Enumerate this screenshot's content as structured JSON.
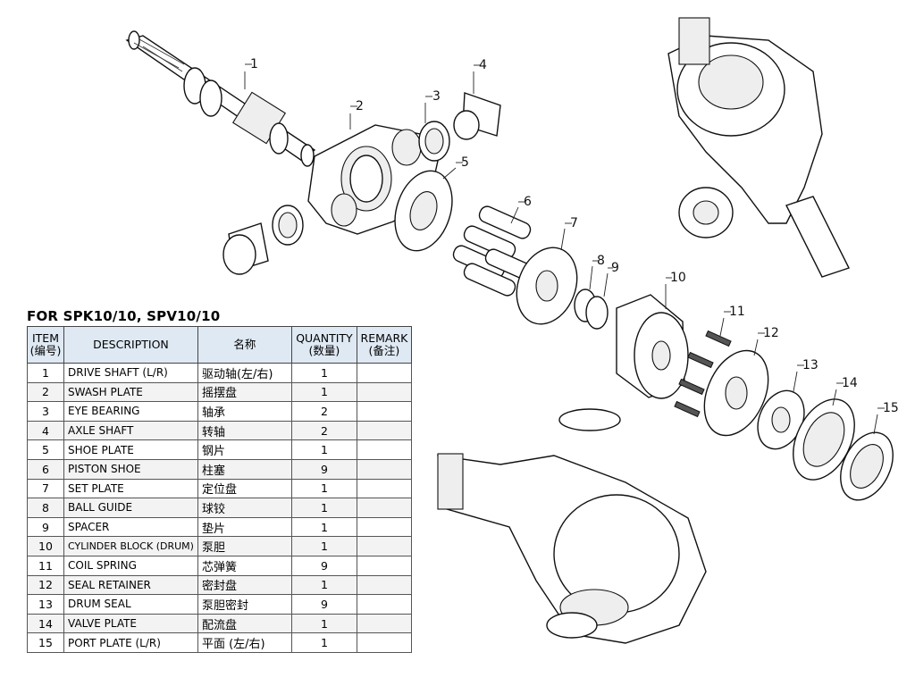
{
  "callouts": [
    "1",
    "2",
    "3",
    "4",
    "5",
    "6",
    "7",
    "8",
    "9",
    "10",
    "11",
    "12",
    "13",
    "14",
    "15"
  ],
  "table": {
    "title": "FOR SPK10/10, SPV10/10",
    "headers": {
      "item": "ITEM",
      "item_cn": "(编号)",
      "description": "DESCRIPTION",
      "name_cn": "名称",
      "quantity": "QUANTITY",
      "quantity_cn": "(数量)",
      "remark": "REMARK",
      "remark_cn": "(备注)"
    },
    "rows": [
      {
        "item": "1",
        "desc": "DRIVE SHAFT (L/R)",
        "cn": "驱动轴(左/右)",
        "qty": "1",
        "remark": ""
      },
      {
        "item": "2",
        "desc": "SWASH PLATE",
        "cn": "摇摆盘",
        "qty": "1",
        "remark": ""
      },
      {
        "item": "3",
        "desc": "EYE BEARING",
        "cn": "轴承",
        "qty": "2",
        "remark": ""
      },
      {
        "item": "4",
        "desc": "AXLE SHAFT",
        "cn": "转轴",
        "qty": "2",
        "remark": ""
      },
      {
        "item": "5",
        "desc": "SHOE PLATE",
        "cn": "钢片",
        "qty": "1",
        "remark": ""
      },
      {
        "item": "6",
        "desc": "PISTON SHOE",
        "cn": "柱塞",
        "qty": "9",
        "remark": ""
      },
      {
        "item": "7",
        "desc": "SET PLATE",
        "cn": "定位盘",
        "qty": "1",
        "remark": ""
      },
      {
        "item": "8",
        "desc": "BALL GUIDE",
        "cn": "球铰",
        "qty": "1",
        "remark": ""
      },
      {
        "item": "9",
        "desc": "SPACER",
        "cn": "垫片",
        "qty": "1",
        "remark": ""
      },
      {
        "item": "10",
        "desc": "CYLINDER BLOCK (DRUM)",
        "cn": "泵胆",
        "qty": "1",
        "remark": ""
      },
      {
        "item": "11",
        "desc": "COIL SPRING",
        "cn": "芯弹簧",
        "qty": "9",
        "remark": ""
      },
      {
        "item": "12",
        "desc": "SEAL RETAINER",
        "cn": "密封盘",
        "qty": "1",
        "remark": ""
      },
      {
        "item": "13",
        "desc": "DRUM SEAL",
        "cn": "泵胆密封",
        "qty": "9",
        "remark": ""
      },
      {
        "item": "14",
        "desc": "VALVE PLATE",
        "cn": "配流盘",
        "qty": "1",
        "remark": ""
      },
      {
        "item": "15",
        "desc": "PORT PLATE (L/R)",
        "cn": "平面 (左/右)",
        "qty": "1",
        "remark": ""
      }
    ]
  }
}
